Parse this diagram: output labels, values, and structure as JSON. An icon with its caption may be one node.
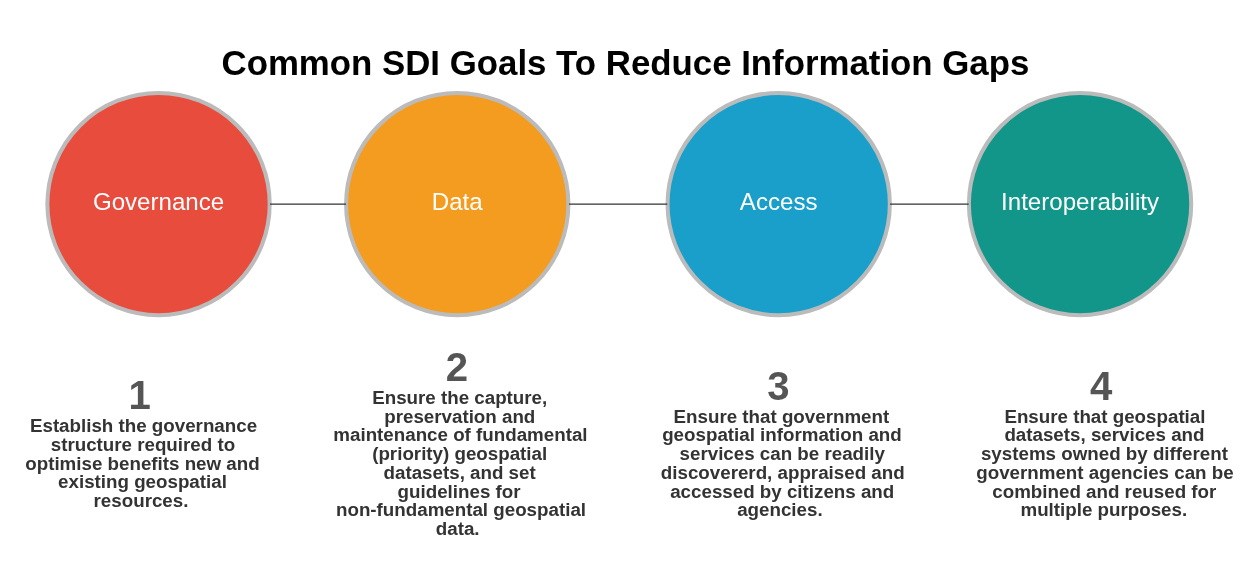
{
  "diagram": {
    "title": "Common SDI Goals To Reduce Information Gaps",
    "nodes": [
      {
        "text": [
          "Governance"
        ],
        "beside": [
          "1",
          "Establish the governance structure required to optimise benefits new and existing geospatial resources."
        ]
      },
      {
        "text": [
          "Data"
        ],
        "beside": [
          "2",
          "Ensure the capture, preservation and maintenance of fundamental (priority) geospatial datasets, and set guidelines for non-fundamental geospatial data."
        ]
      },
      {
        "text": [
          "Access"
        ],
        "beside": [
          "3",
          "Ensure that government geospatial information and services can be readily discovererd, appraised and accessed by citizens and agencies."
        ]
      },
      {
        "text": [
          "Interoperability"
        ],
        "beside": [
          "4",
          "Ensure that geospatial datasets, services and systems owned by different government agencies can be combined and reused for multiple purposes."
        ]
      }
    ],
    "edges": [
      {
        "from": 0,
        "to": 1,
        "arrow": "none"
      },
      {
        "from": 1,
        "to": 2,
        "arrow": "none"
      },
      {
        "from": 2,
        "to": 3,
        "arrow": "none"
      }
    ]
  }
}
